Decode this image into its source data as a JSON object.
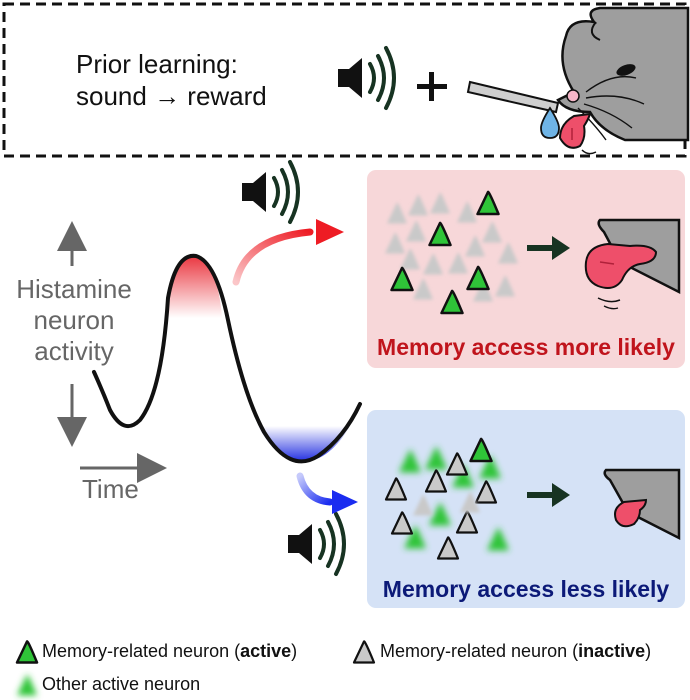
{
  "prior": {
    "line1": "Prior learning:",
    "line2": "sound → reward",
    "plus": "+"
  },
  "axis": {
    "y_label_line1": "Histamine",
    "y_label_line2": "neuron",
    "y_label_line3": "activity",
    "x_label": "Time"
  },
  "panels": {
    "high": {
      "caption": "Memory access more likely",
      "caption_color": "#c0141c",
      "bg": "#f7d7d9"
    },
    "low": {
      "caption": "Memory access less likely",
      "caption_color": "#0c1a78",
      "bg": "#d5e2f6"
    }
  },
  "legend": {
    "active_prefix": "Memory-related neuron (",
    "active_bold": "active",
    "active_suffix": ")",
    "inactive_prefix": "Memory-related neuron (",
    "inactive_bold": "inactive",
    "inactive_suffix": ")",
    "other": "Other active neuron"
  },
  "colors": {
    "active_green": "#2fc438",
    "inactive_gray": "#c9c9c9",
    "red_arrow": "#ee1c24",
    "blue_arrow": "#1a2cf0",
    "tongue": "#ee4f6a",
    "drop": "#6fb4e6",
    "mouse_gray": "#9e9e9e"
  }
}
